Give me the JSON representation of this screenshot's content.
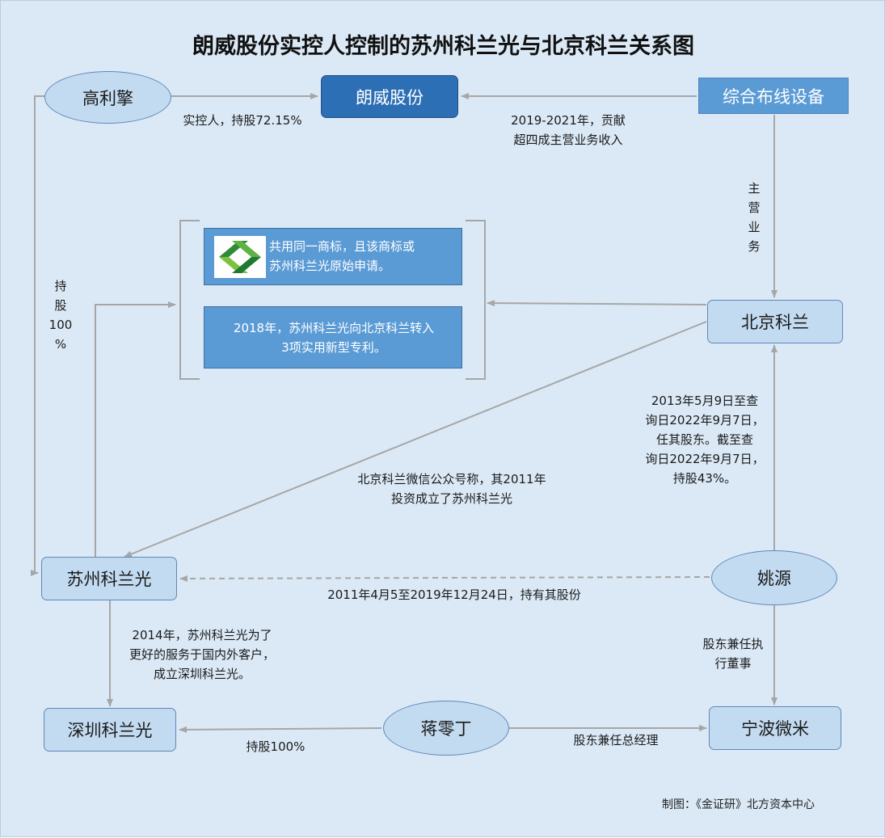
{
  "title": "朗威股份实控人控制的苏州科兰光与北京科兰关系图",
  "nodes": {
    "gao_liqing": "高利擎",
    "langwei": "朗威股份",
    "zonghe": "综合布线设备",
    "beijing_kelan": "北京科兰",
    "suzhou_kelanguang": "苏州科兰光",
    "yao_yuan": "姚源",
    "shenzhen_kelanguang": "深圳科兰光",
    "jiang_lingding": "蒋零丁",
    "ningbo_weimi": "宁波微米"
  },
  "info_boxes": {
    "trademark": "共用同一商标，且该商标或\n苏州科兰光原始申请。",
    "patents": "2018年，苏州科兰光向北京科兰转入\n3项实用新型专利。"
  },
  "edge_labels": {
    "controller": "实控人，持股72.15%",
    "revenue": "2019-2021年，贡献\n超四成主营业务收入",
    "main_business": "主\n营\n业\n务",
    "hold_100_left": "持\n股\n100\n%",
    "beijing_shareholder": "2013年5月9日至查\n询日2022年9月7日，\n任其股东。截至查\n询日2022年9月7日，\n持股43%。",
    "wechat": "北京科兰微信公众号称，其2011年\n投资成立了苏州科兰光",
    "yao_hold": "2011年4月5至2019年12月24日，持有其股份",
    "shenzhen_founded": "2014年，苏州科兰光为了\n更好的服务于国内外客户，\n成立深圳科兰光。",
    "yao_director": "股东兼任执\n行董事",
    "jiang_hold": "持股100%",
    "jiang_manager": "股东兼任总经理"
  },
  "credit": "制图：《金证研》北方资本中心",
  "colors": {
    "background": "#dbe9f6",
    "node_light": "#c3dbf1",
    "node_dark": "#2d6fb5",
    "node_mid": "#5b9bd5",
    "edge": "#a6a6a6"
  }
}
